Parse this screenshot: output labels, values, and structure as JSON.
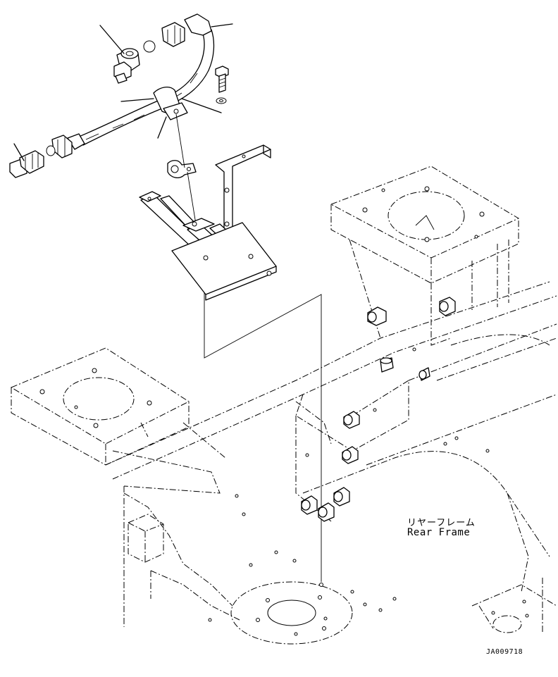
{
  "part_label": {
    "japanese": "リヤーフレーム",
    "english": "Rear Frame"
  },
  "drawing_number": "JA009718"
}
